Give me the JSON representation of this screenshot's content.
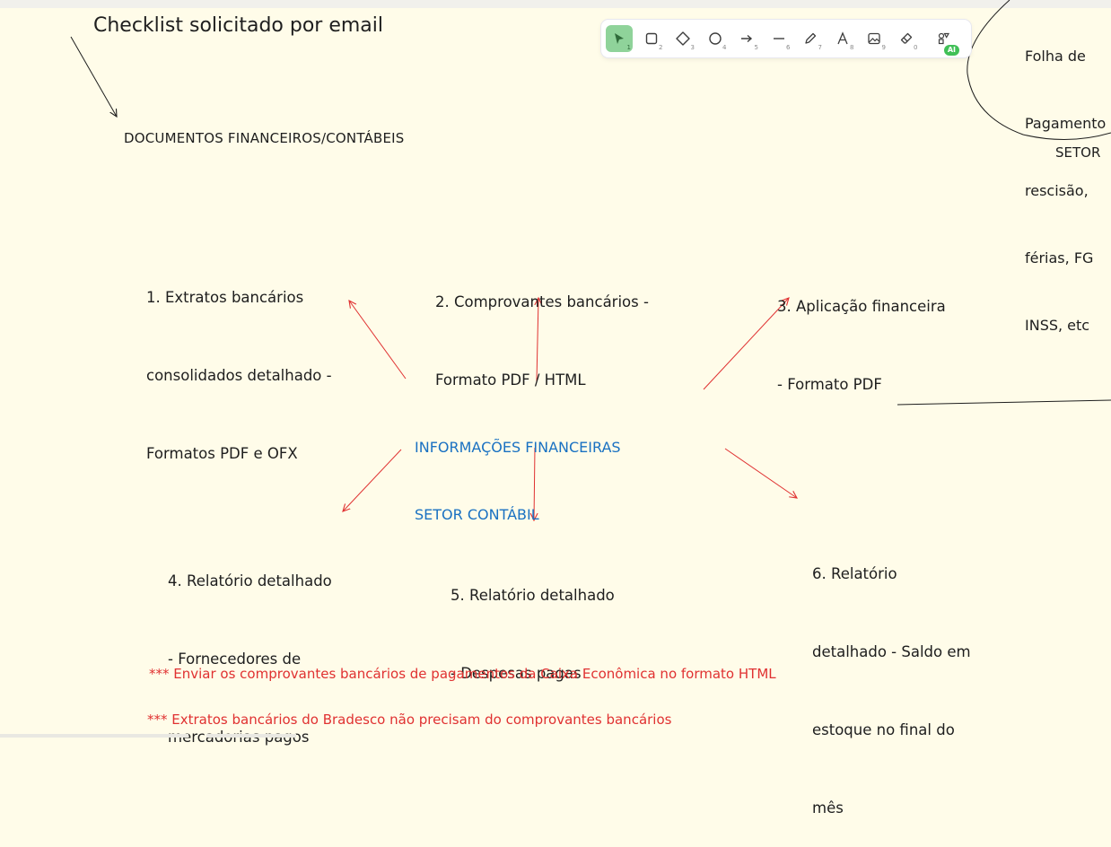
{
  "canvas": {
    "title": "Checklist solicitado por email",
    "section_heading": "DOCUMENTOS FINANCEIROS/CONTÁBEIS",
    "center_label_lines": [
      "INFORMAÇÕES FINANCEIRAS",
      "SETOR CONTÁBIL"
    ],
    "items": [
      {
        "number": "1",
        "lines": [
          "1. Extratos bancários",
          "consolidados detalhado -",
          "Formatos PDF e OFX"
        ]
      },
      {
        "number": "2",
        "lines": [
          "2. Comprovantes bancários -",
          "Formato PDF / HTML"
        ]
      },
      {
        "number": "3",
        "lines": [
          "3. Aplicação financeira",
          "- Formato PDF"
        ]
      },
      {
        "number": "4",
        "lines": [
          "4. Relatório detalhado",
          "- Fornecedores de",
          "mercadorias pagos"
        ]
      },
      {
        "number": "5",
        "lines": [
          "5. Relatório detalhado",
          "- Despesas pagas"
        ]
      },
      {
        "number": "6",
        "lines": [
          "6. Relatório",
          "detalhado - Saldo em",
          "estoque no final do",
          "mês"
        ]
      }
    ],
    "notes": [
      "*** Enviar os comprovantes bancários de pagamentos da Caixa Econômica no formato HTML",
      "*** Extratos bancários do Bradesco não precisam do comprovantes bancários"
    ],
    "ellipse_text_lines": [
      "Folha de",
      "Pagamento",
      "rescisão,",
      "férias, FG",
      "INSS, etc"
    ],
    "partial_label": "SETOR",
    "colors": {
      "center": "#1971c2",
      "arrows": "#e03131",
      "notes": "#e03131",
      "background": "#fffce9"
    }
  },
  "toolbar": {
    "tools": [
      {
        "name": "selection",
        "icon": "pointer-icon",
        "key": "1",
        "active": true
      },
      {
        "name": "rectangle",
        "icon": "square-icon",
        "key": "2"
      },
      {
        "name": "diamond",
        "icon": "diamond-icon",
        "key": "3"
      },
      {
        "name": "ellipse",
        "icon": "circle-icon",
        "key": "4"
      },
      {
        "name": "arrow",
        "icon": "arrow-icon",
        "key": "5"
      },
      {
        "name": "line",
        "icon": "line-icon",
        "key": "6"
      },
      {
        "name": "draw",
        "icon": "pencil-icon",
        "key": "7"
      },
      {
        "name": "text",
        "icon": "text-icon",
        "key": "8"
      },
      {
        "name": "image",
        "icon": "image-icon",
        "key": "9"
      },
      {
        "name": "eraser",
        "icon": "eraser-icon",
        "key": "0"
      },
      {
        "name": "more-tools",
        "icon": "shapes-icon",
        "badge": "AI"
      }
    ]
  }
}
